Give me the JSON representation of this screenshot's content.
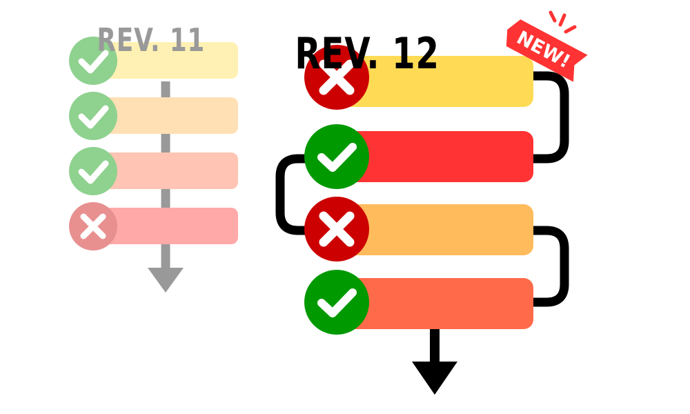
{
  "old_revision": {
    "title": "REV. 11",
    "steps": [
      {
        "status": "pass",
        "icon": "check-icon",
        "color": "#FFF1B3"
      },
      {
        "status": "pass",
        "icon": "check-icon",
        "color": "#FFE0B5"
      },
      {
        "status": "pass",
        "icon": "check-icon",
        "color": "#FFC4B3"
      },
      {
        "status": "fail",
        "icon": "x-icon",
        "color": "#FFA9A9"
      }
    ]
  },
  "new_revision": {
    "title": "REV. 12",
    "badge": "NEW!",
    "steps": [
      {
        "status": "fail",
        "icon": "x-icon",
        "color": "#FFDB55"
      },
      {
        "status": "pass",
        "icon": "check-icon",
        "color": "#FF3333"
      },
      {
        "status": "fail",
        "icon": "x-icon",
        "color": "#FFBB5C"
      },
      {
        "status": "pass",
        "icon": "check-icon",
        "color": "#FF6B4A"
      }
    ]
  },
  "colors": {
    "pass": "#009900",
    "fail": "#CC0000",
    "pass_faded": "#8FD18F",
    "fail_faded": "#E89090",
    "old_line": "#999999",
    "new_line": "#000000",
    "badge": "#FF3333"
  }
}
